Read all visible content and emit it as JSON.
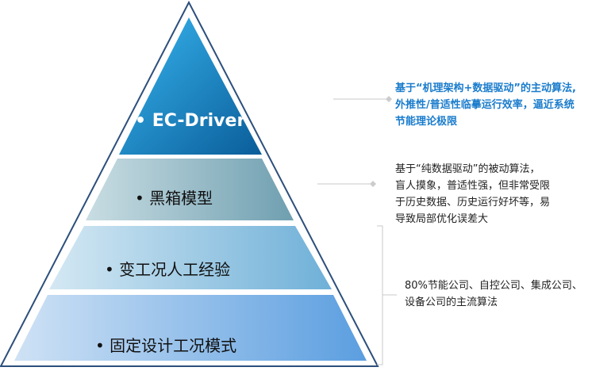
{
  "tiers": [
    {
      "label": "• EC-Driver",
      "color": "#1a8fd6"
    },
    {
      "label": "• 黑箱模型",
      "color": "#8fb5c2"
    },
    {
      "label": "• 变工况人工经验",
      "color": "#8ec3e0"
    },
    {
      "label": "• 固定设计工况模式",
      "color": "#7fb3e6"
    }
  ],
  "notes": [
    {
      "lines": [
        "基于“机理架构+数据驱动”的主动算法,",
        "外推性/普适性临摹运行效率，逼近系统",
        "节能理论极限"
      ],
      "color": "#1a7ccc"
    },
    {
      "lines": [
        "基于“纯数据驱动”的被动算法，",
        "盲人摸象，普适性强，但非常受限",
        "于历史数据、历史运行好坏等，易",
        "导致局部优化误差大"
      ],
      "color": "#222222"
    },
    {
      "lines": [
        "80%节能公司、自控公司、集成公司、",
        "设备公司的主流算法"
      ],
      "color": "#222222"
    }
  ]
}
